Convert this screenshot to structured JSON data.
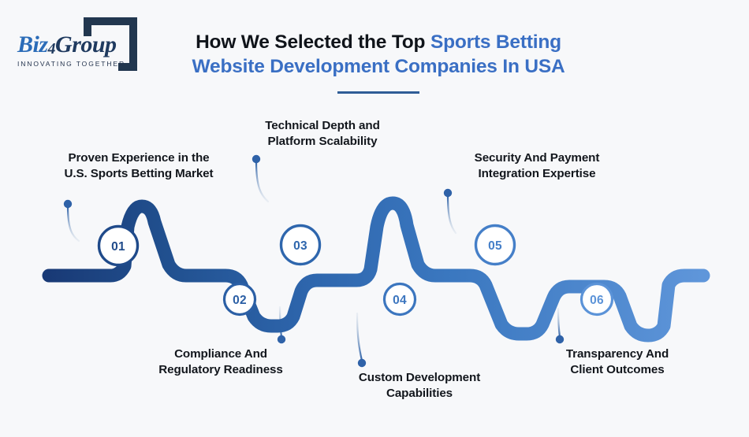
{
  "brand": {
    "logo_word_1": "Biz",
    "logo_word_4": "4",
    "logo_word_2": "Group",
    "tagline": "INNOVATING TOGETHER"
  },
  "header": {
    "title_line1_plain": "How We Selected the Top ",
    "title_line1_accent": "Sports Betting",
    "title_line2_accent": "Website Development Companies In USA"
  },
  "colors": {
    "background": "#f7f8fa",
    "wave_start": "#1b3f7d",
    "wave_mid": "#2e66ad",
    "wave_end": "#5b93d8",
    "title_dark": "#10141a",
    "title_accent": "#3a6fc4",
    "node_fill": "#ffffff",
    "rule": "#2f5d96"
  },
  "steps": [
    {
      "number": "01",
      "label": "Proven Experience in the\nU.S. Sports Betting Market",
      "position": "above",
      "node_color": "#1f4a8a"
    },
    {
      "number": "02",
      "label": "Compliance And\nRegulatory Readiness",
      "position": "below",
      "node_color": "#2b5fa5"
    },
    {
      "number": "03",
      "label": "Technical Depth and\nPlatform Scalability",
      "position": "above",
      "node_color": "#2e66ad"
    },
    {
      "number": "04",
      "label": "Custom Development\nCapabilities",
      "position": "below",
      "node_color": "#3c76bf"
    },
    {
      "number": "05",
      "label": "Security And Payment\nIntegration Expertise",
      "position": "above",
      "node_color": "#457fc8"
    },
    {
      "number": "06",
      "label": "Transparency And\nClient Outcomes",
      "position": "below",
      "node_color": "#5b93d8"
    }
  ]
}
